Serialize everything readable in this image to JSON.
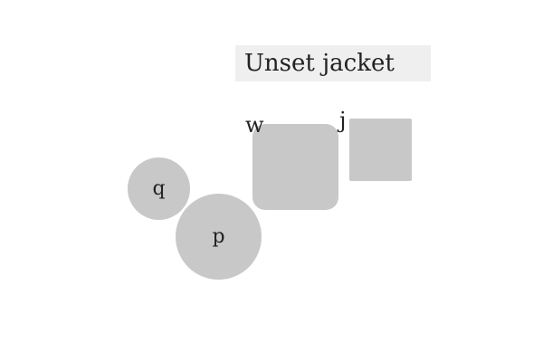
{
  "title": "Unset jacket",
  "shapes": {
    "rounded_square_label": "w",
    "square_label": "j",
    "circle_small_label": "q",
    "circle_large_label": "p"
  },
  "colors": {
    "shape_fill": "#c8c8c8",
    "title_background": "#efefef",
    "text": "#222222"
  }
}
